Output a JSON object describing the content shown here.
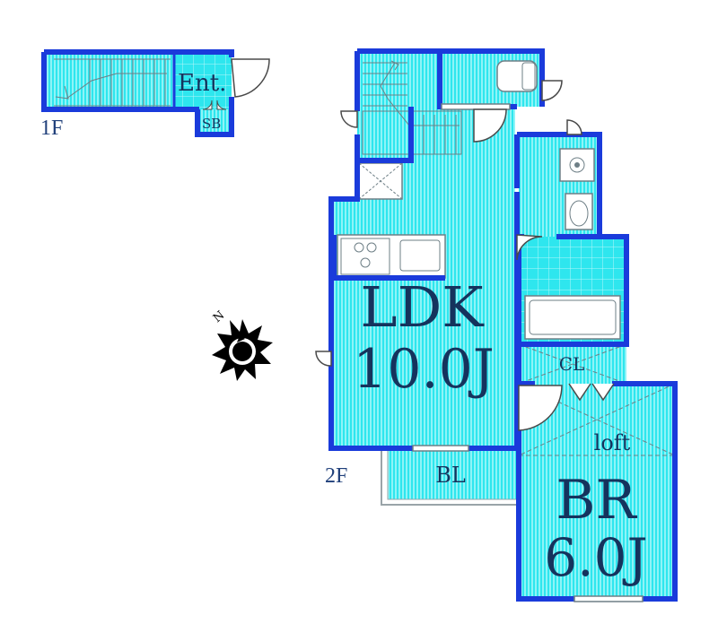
{
  "floors": {
    "first": "1F",
    "second": "2F"
  },
  "rooms": {
    "entrance": "Ent.",
    "shoe_box": "SB",
    "ldk_name": "LDK",
    "ldk_size": "10.0J",
    "balcony": "BL",
    "closet": "CL",
    "loft": "loft",
    "bedroom_name": "BR",
    "bedroom_size": "6.0J"
  },
  "compass": {
    "north_label": "N"
  },
  "colors": {
    "wall": "#1a3bdb",
    "room_fill": "#2ee6ee",
    "stripe": "#8ef4f7",
    "text": "#15335d"
  }
}
